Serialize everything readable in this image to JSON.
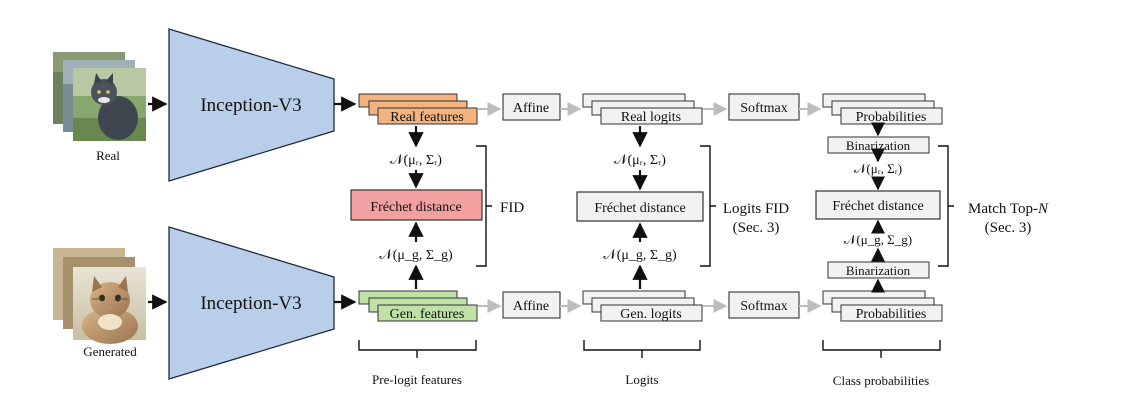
{
  "inputs": {
    "real_label": "Real",
    "generated_label": "Generated"
  },
  "encoders": {
    "top_label": "Inception-V3",
    "bottom_label": "Inception-V3",
    "color": "#b9cfe9"
  },
  "features": {
    "real_label": "Real features",
    "gen_label": "Gen. features",
    "real_color": "#f2b37f",
    "gen_color": "#bfe2a7",
    "group_label": "Pre-logit features"
  },
  "stages": {
    "affine_label": "Affine",
    "softmax_label": "Softmax"
  },
  "logits": {
    "real_label": "Real logits",
    "gen_label": "Gen. logits",
    "group_label": "Logits"
  },
  "probabilities": {
    "real_label": "Probabilities",
    "gen_label": "Probabilities",
    "group_label": "Class probabilities",
    "binarization_label": "Binarization"
  },
  "gaussians": {
    "real": "𝒩(μᵣ, Σᵣ)",
    "gen": "𝒩(μ_g, Σ_g)"
  },
  "distances": {
    "label": "Fréchet distance",
    "fid_color": "#f2a0a0",
    "box_color": "#f2f2f2"
  },
  "metrics": {
    "fid": "FID",
    "logits_fid_line1": "Logits FID",
    "logits_fid_line2": "(Sec. 3)",
    "match_top_prefix": "Match Top-",
    "match_top_n": "N",
    "match_top_line2": "(Sec. 3)"
  }
}
